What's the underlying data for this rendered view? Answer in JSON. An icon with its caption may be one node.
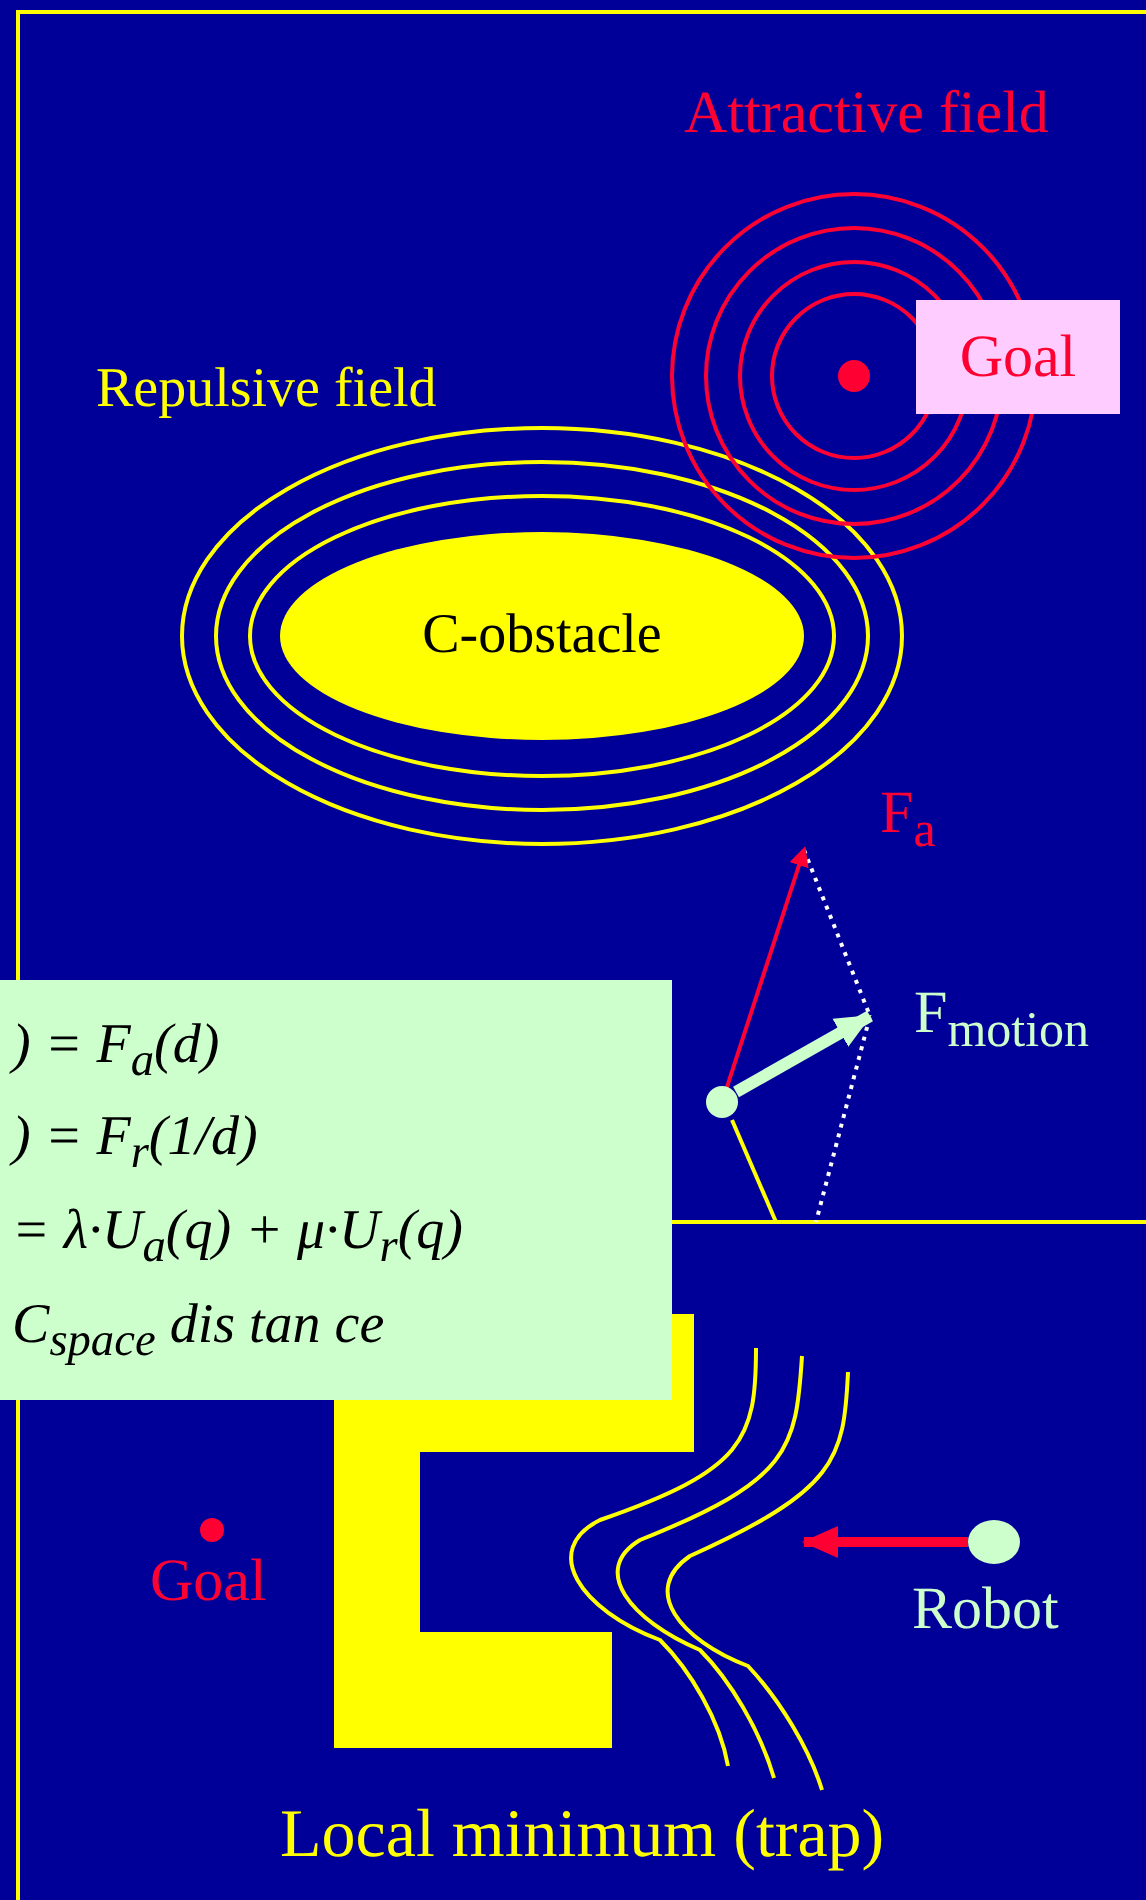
{
  "diagram": {
    "nodes": [
      {
        "text": [
          "Goal"
        ]
      },
      {
        "text": [
          "C-obstacle"
        ]
      },
      {
        "text": [
          ") = F$_{a}$(d)",
          ") = F$_{r}$(1/d)",
          "= λ·U$_{a}$(q) + μ·U$_{r}$(q)",
          "C$_{space}$  dis tan ce"
        ]
      }
    ],
    "labels": [
      "Attractive field",
      "Repulsive  field",
      "F$_{a}$",
      "F$_{motion}$",
      "Goal",
      "Robot",
      "Local minimum (trap)"
    ]
  }
}
